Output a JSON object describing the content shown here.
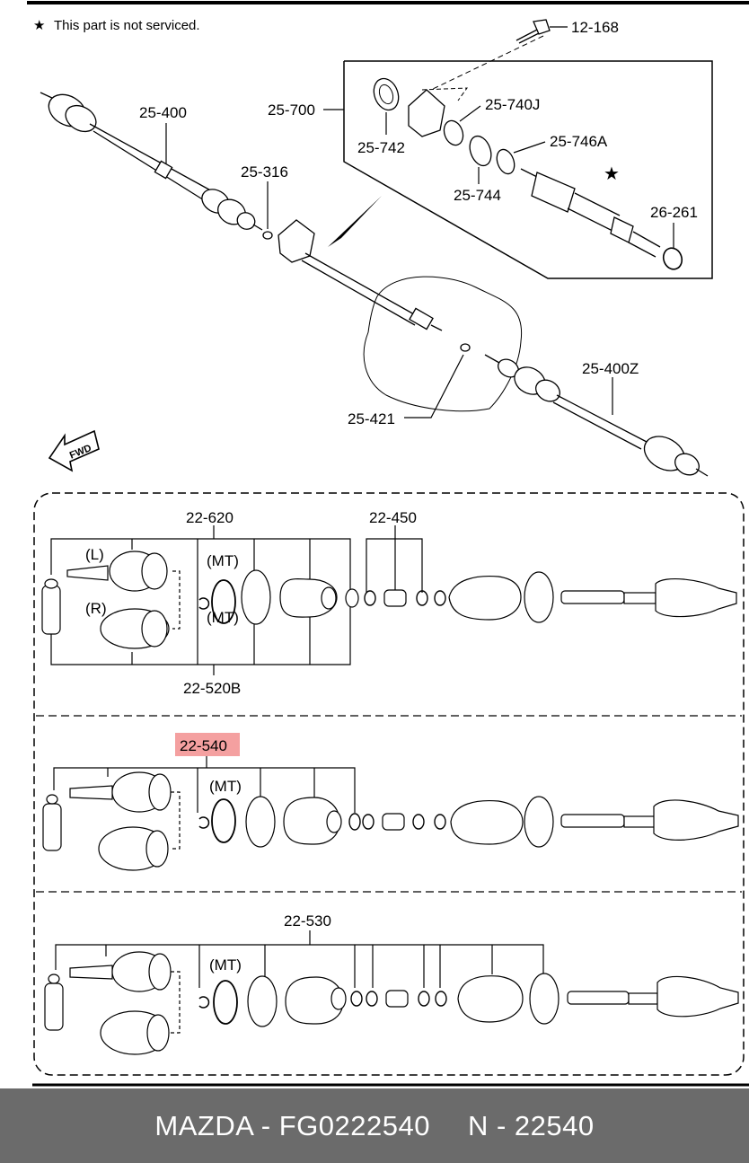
{
  "note": {
    "star": "★",
    "text": "This part is not serviced."
  },
  "labels": {
    "p12_168": "12-168",
    "p25_400": "25-400",
    "p25_700": "25-700",
    "p25_742": "25-742",
    "p25_740J": "25-740J",
    "p25_746A": "25-746A",
    "p25_744": "25-744",
    "p26_261": "26-261",
    "p25_316": "25-316",
    "p25_421": "25-421",
    "p25_400Z": "25-400Z",
    "fwd": "FWD",
    "p22_620": "22-620",
    "p22_450": "22-450",
    "p22_520B": "22-520B",
    "p22_540": "22-540",
    "p22_530": "22-530",
    "mt": "(MT)",
    "left": "(L)",
    "right": "(R)"
  },
  "highlight": {
    "color": "#f08080"
  },
  "footer": {
    "brand_part": "MAZDA - FG0222540",
    "number": "N - 22540"
  }
}
